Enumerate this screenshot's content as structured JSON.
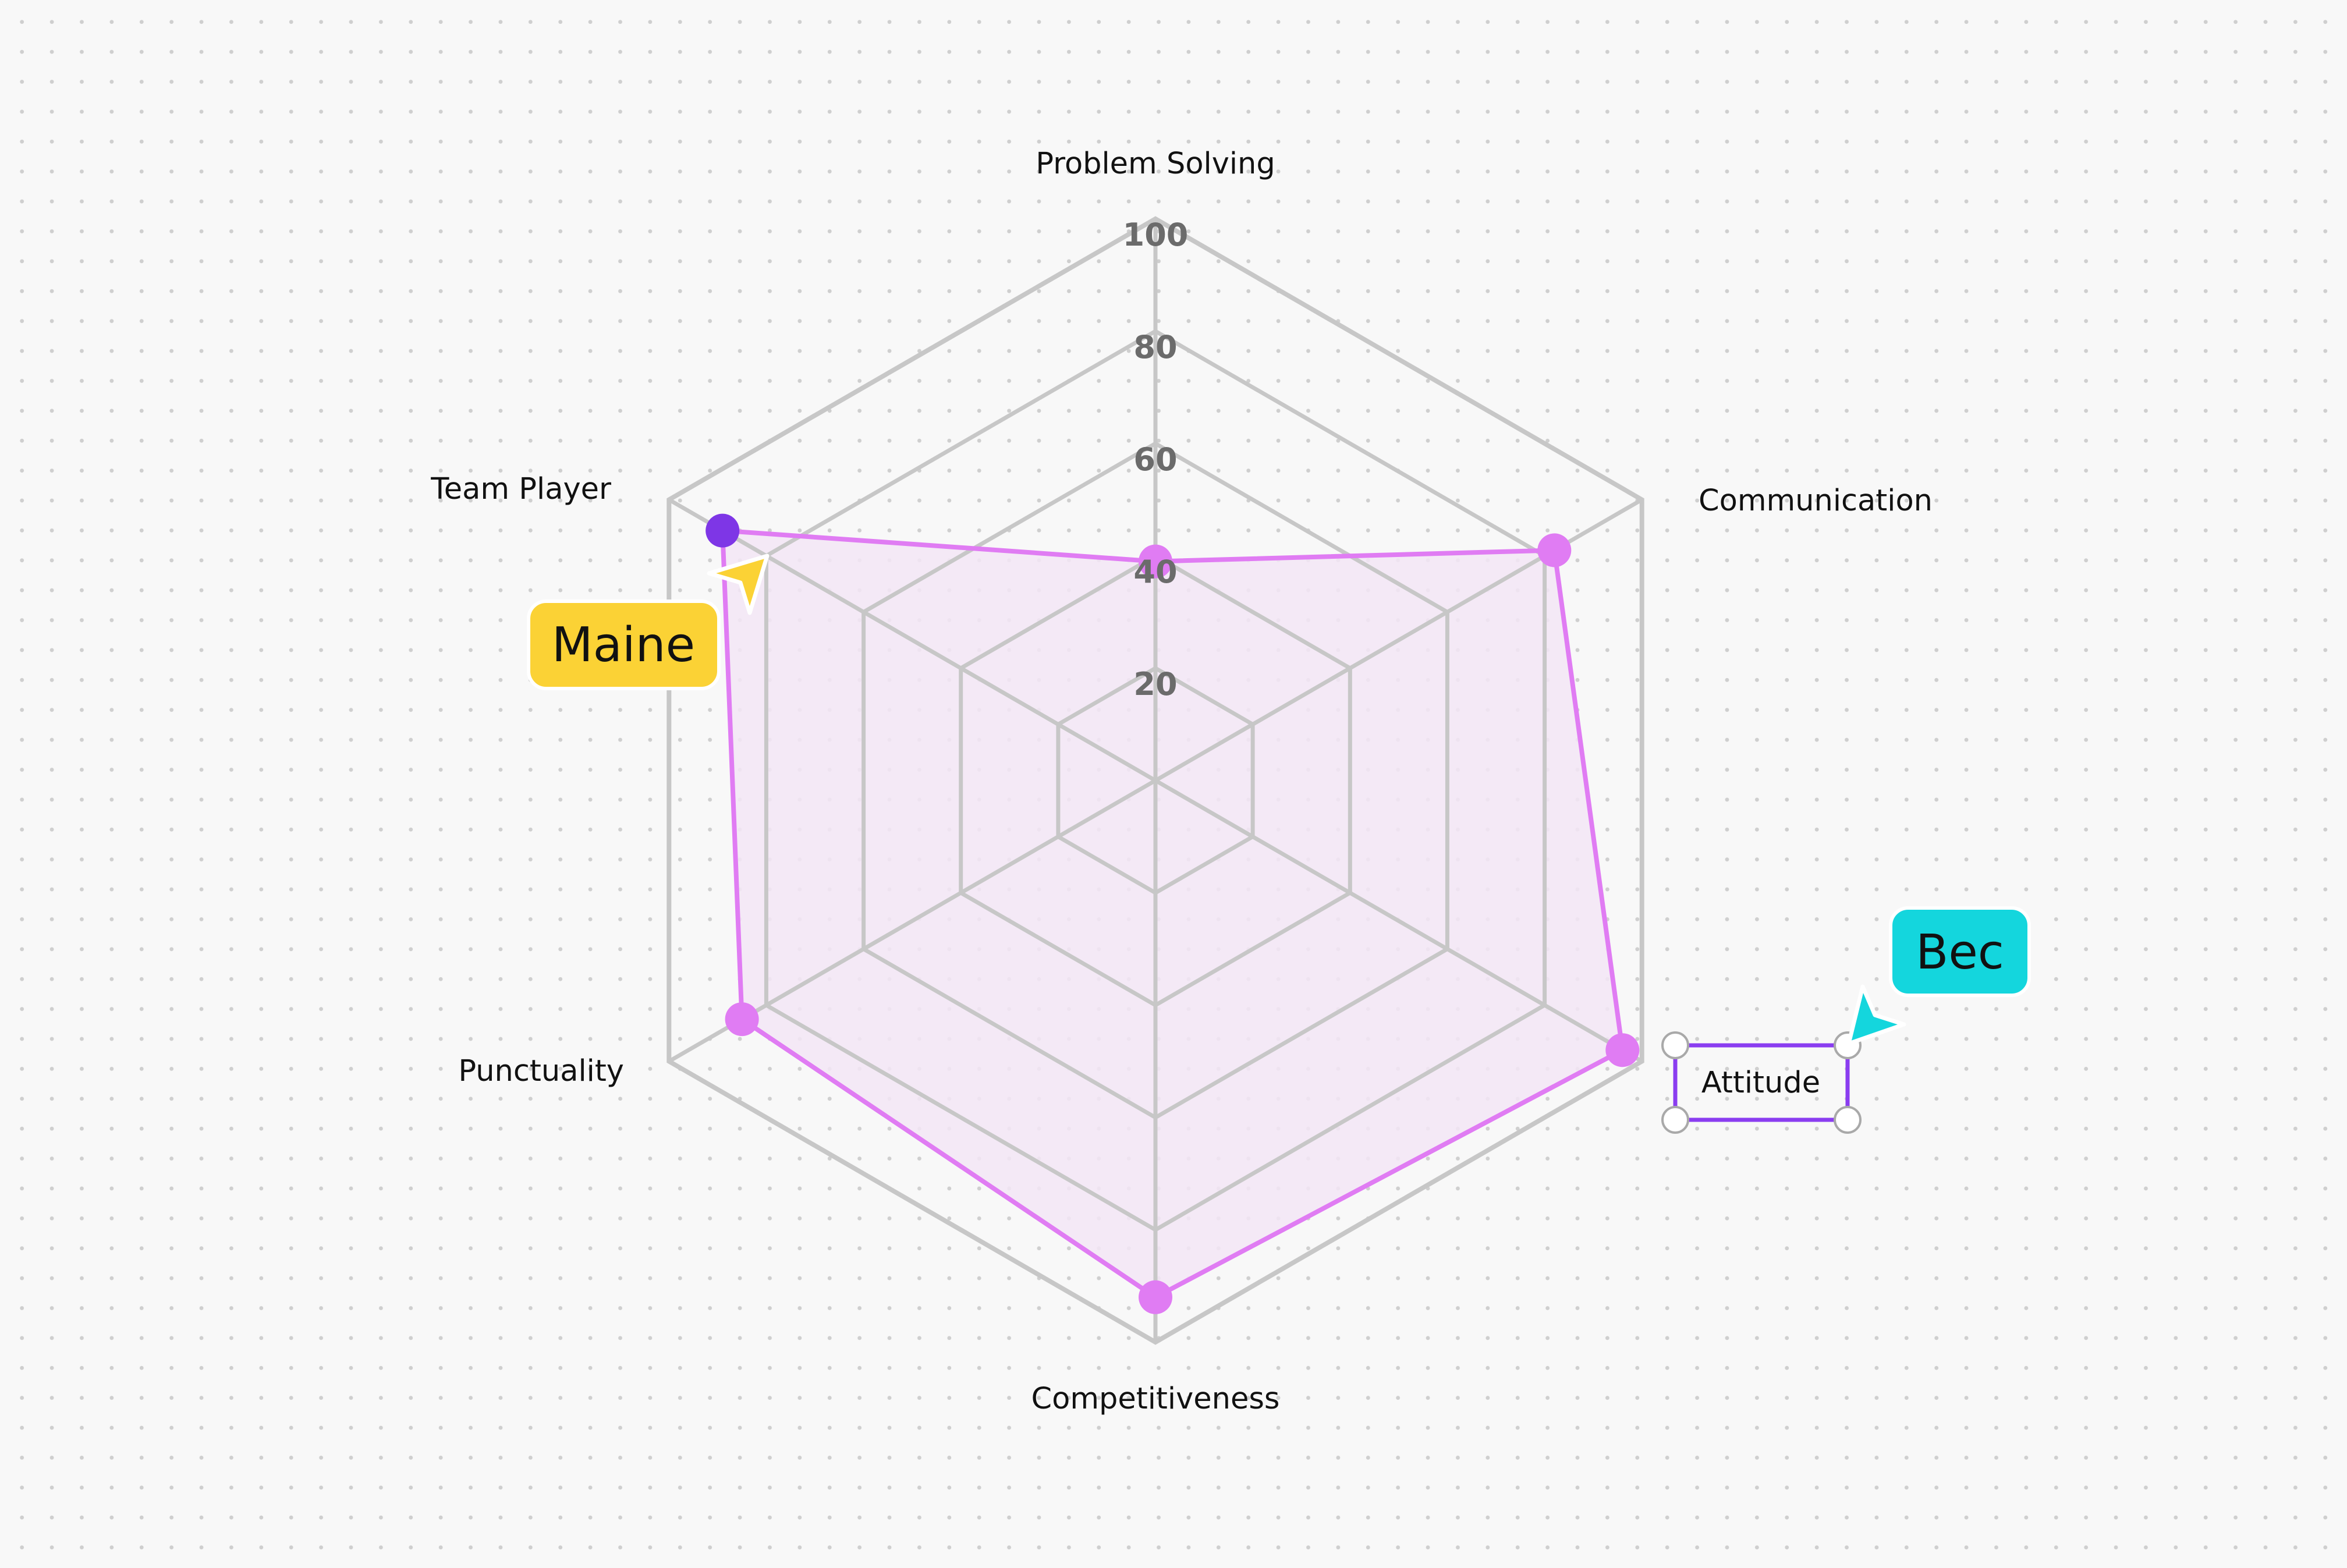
{
  "chart_data": {
    "type": "radar",
    "axes": [
      "Problem Solving",
      "Communication",
      "Attitude",
      "Competitiveness",
      "Punctuality",
      "Team Player"
    ],
    "rticks": [
      20,
      40,
      60,
      80,
      100
    ],
    "rlim": [
      0,
      100
    ],
    "series": [
      {
        "values": [
          39,
          82,
          96,
          92,
          85,
          89
        ]
      }
    ],
    "grid": true,
    "colors": {
      "line": "#e07cf3",
      "fill": "#f3e6f6",
      "point": "#e07cf3",
      "highlight_point": "#7e36e6",
      "grid": "#c7c7c7"
    }
  },
  "cursors": [
    {
      "name": "Maine",
      "color": "#fbd235"
    },
    {
      "name": "Bec",
      "color": "#14d6dd"
    }
  ],
  "selection": {
    "target": "Attitude",
    "color": "#8a3df0"
  }
}
